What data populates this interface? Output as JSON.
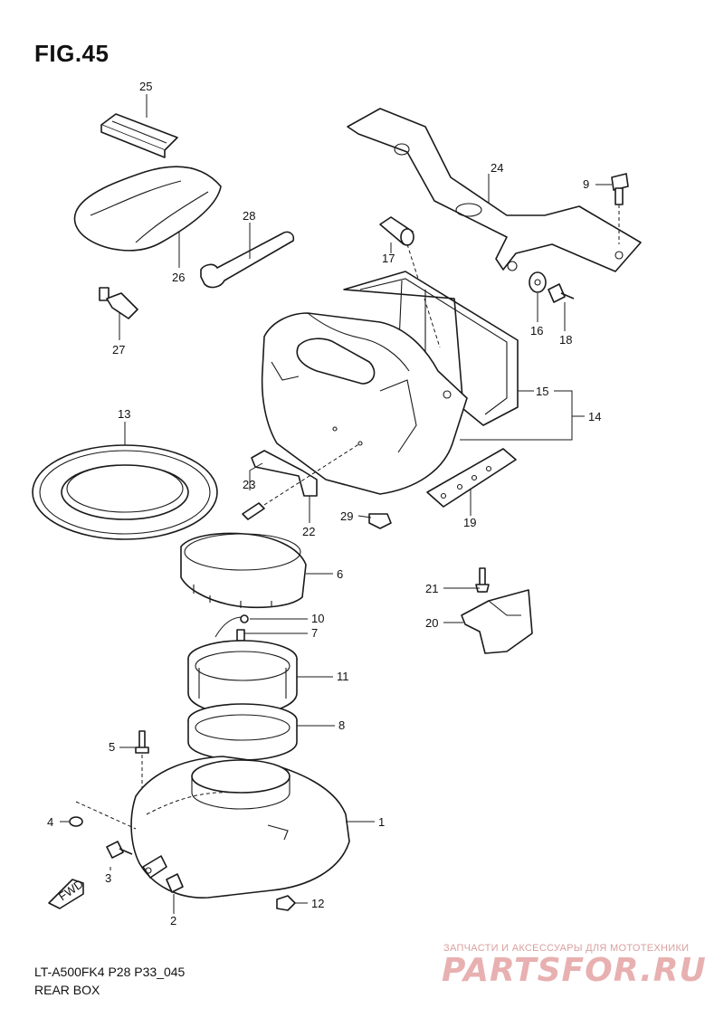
{
  "figure": {
    "title": "FIG.45",
    "model_code": "LT-A500FK4 P28 P33_045",
    "subtitle": "REAR BOX"
  },
  "callouts": [
    "1",
    "2",
    "3",
    "4",
    "5",
    "6",
    "7",
    "8",
    "9",
    "10",
    "11",
    "12",
    "13",
    "14",
    "15",
    "16",
    "17",
    "18",
    "19",
    "20",
    "21",
    "22",
    "23",
    "24",
    "25",
    "26",
    "27",
    "28",
    "29"
  ],
  "direction_marker": "FWD",
  "watermark": {
    "tagline": "ЗАПЧАСТИ И АКСЕССУАРЫ ДЛЯ МОТОТЕХНИКИ",
    "logo": "PARTSFOR.RU"
  }
}
